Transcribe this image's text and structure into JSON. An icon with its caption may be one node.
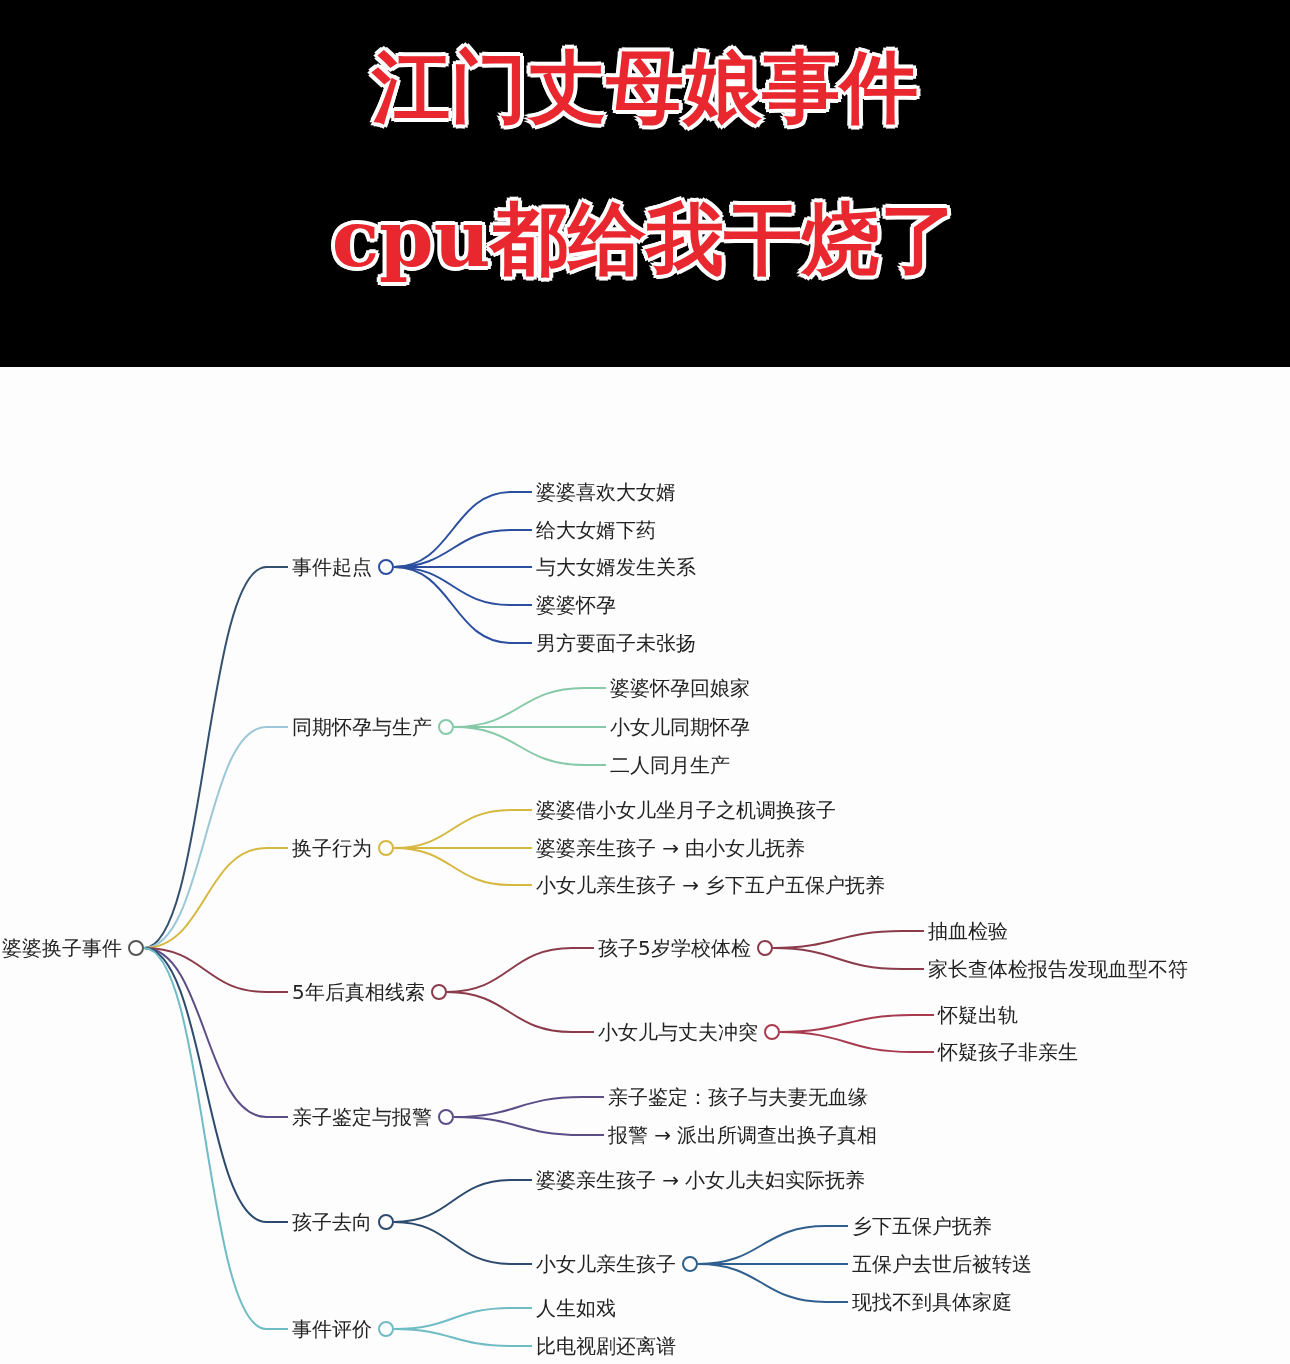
{
  "diagram": {
    "title": "江门丈母娘事件",
    "labels": [
      "cpu都给我干烧了"
    ],
    "nodes": [
      {
        "text": [
          "婆婆换子事件"
        ]
      },
      {
        "text": [
          "事件起点"
        ]
      },
      {
        "text": [
          "婆婆喜欢大女婿"
        ]
      },
      {
        "text": [
          "给大女婿下药"
        ]
      },
      {
        "text": [
          "与大女婿发生关系"
        ]
      },
      {
        "text": [
          "婆婆怀孕"
        ]
      },
      {
        "text": [
          "男方要面子未张扬"
        ]
      },
      {
        "text": [
          "同期怀孕与生产"
        ]
      },
      {
        "text": [
          "婆婆怀孕回娘家"
        ]
      },
      {
        "text": [
          "小女儿同期怀孕"
        ]
      },
      {
        "text": [
          "二人同月生产"
        ]
      },
      {
        "text": [
          "换子行为"
        ]
      },
      {
        "text": [
          "婆婆借小女儿坐月子之机调换孩子"
        ]
      },
      {
        "text": [
          "婆婆亲生孩子 → 由小女儿抚养"
        ]
      },
      {
        "text": [
          "小女儿亲生孩子 → 乡下五户五保户抚养"
        ]
      },
      {
        "text": [
          "5年后真相线索"
        ]
      },
      {
        "text": [
          "孩子5岁学校体检"
        ]
      },
      {
        "text": [
          "抽血检验"
        ]
      },
      {
        "text": [
          "家长查体检报告发现血型不符"
        ]
      },
      {
        "text": [
          "小女儿与丈夫冲突"
        ]
      },
      {
        "text": [
          "怀疑出轨"
        ]
      },
      {
        "text": [
          "怀疑孩子非亲生"
        ]
      },
      {
        "text": [
          "亲子鉴定与报警"
        ]
      },
      {
        "text": [
          "亲子鉴定：孩子与夫妻无血缘"
        ]
      },
      {
        "text": [
          "报警 → 派出所调查出换子真相"
        ]
      },
      {
        "text": [
          "孩子去向"
        ]
      },
      {
        "text": [
          "婆婆亲生孩子 → 小女儿夫妇实际抚养"
        ]
      },
      {
        "text": [
          "小女儿亲生孩子"
        ]
      },
      {
        "text": [
          "乡下五保户抚养"
        ]
      },
      {
        "text": [
          "五保户去世后被转送"
        ]
      },
      {
        "text": [
          "现找不到具体家庭"
        ]
      },
      {
        "text": [
          "事件评价"
        ]
      },
      {
        "text": [
          "人生如戏"
        ]
      },
      {
        "text": [
          "比电视剧还离谱"
        ]
      }
    ],
    "edges": [
      {
        "from": 0,
        "to": 1,
        "arrow": "none",
        "color": "#34506e"
      },
      {
        "from": 0,
        "to": 7,
        "arrow": "none",
        "color": "#9cc7d6"
      },
      {
        "from": 0,
        "to": 11,
        "arrow": "none",
        "color": "#d6b840"
      },
      {
        "from": 0,
        "to": 15,
        "arrow": "none",
        "color": "#8c3b4b"
      },
      {
        "from": 0,
        "to": 22,
        "arrow": "none",
        "color": "#5b4d86"
      },
      {
        "from": 0,
        "to": 25,
        "arrow": "none",
        "color": "#2c4a6e"
      },
      {
        "from": 0,
        "to": 31,
        "arrow": "none",
        "color": "#6fbcc4"
      },
      {
        "from": 1,
        "to": 2,
        "arrow": "none",
        "color": "#2b4f9e"
      },
      {
        "from": 1,
        "to": 3,
        "arrow": "none",
        "color": "#2b4f9e"
      },
      {
        "from": 1,
        "to": 4,
        "arrow": "none",
        "color": "#2b4f9e"
      },
      {
        "from": 1,
        "to": 5,
        "arrow": "none",
        "color": "#2b4f9e"
      },
      {
        "from": 1,
        "to": 6,
        "arrow": "none",
        "color": "#2b4f9e"
      },
      {
        "from": 7,
        "to": 8,
        "arrow": "none",
        "color": "#86c9a8"
      },
      {
        "from": 7,
        "to": 9,
        "arrow": "none",
        "color": "#86c9a8"
      },
      {
        "from": 7,
        "to": 10,
        "arrow": "none",
        "color": "#86c9a8"
      },
      {
        "from": 11,
        "to": 12,
        "arrow": "none",
        "color": "#d6b840"
      },
      {
        "from": 11,
        "to": 13,
        "arrow": "none",
        "color": "#d6b840"
      },
      {
        "from": 11,
        "to": 14,
        "arrow": "none",
        "color": "#d6b840"
      },
      {
        "from": 15,
        "to": 16,
        "arrow": "none",
        "color": "#8c3b4b"
      },
      {
        "from": 15,
        "to": 19,
        "arrow": "none",
        "color": "#8c3b4b"
      },
      {
        "from": 16,
        "to": 17,
        "arrow": "none",
        "color": "#8c3b4b"
      },
      {
        "from": 16,
        "to": 18,
        "arrow": "none",
        "color": "#8c3b4b"
      },
      {
        "from": 19,
        "to": 20,
        "arrow": "none",
        "color": "#a83a4e"
      },
      {
        "from": 19,
        "to": 21,
        "arrow": "none",
        "color": "#a83a4e"
      },
      {
        "from": 22,
        "to": 23,
        "arrow": "none",
        "color": "#5b4d86"
      },
      {
        "from": 22,
        "to": 24,
        "arrow": "none",
        "color": "#5b4d86"
      },
      {
        "from": 25,
        "to": 26,
        "arrow": "none",
        "color": "#2c4a6e"
      },
      {
        "from": 25,
        "to": 27,
        "arrow": "none",
        "color": "#2c4a6e"
      },
      {
        "from": 27,
        "to": 28,
        "arrow": "none",
        "color": "#2f5f8e"
      },
      {
        "from": 27,
        "to": 29,
        "arrow": "none",
        "color": "#2f5f8e"
      },
      {
        "from": 27,
        "to": 30,
        "arrow": "none",
        "color": "#2f5f8e"
      },
      {
        "from": 31,
        "to": 32,
        "arrow": "none",
        "color": "#6fbcc4"
      },
      {
        "from": 31,
        "to": 33,
        "arrow": "none",
        "color": "#6fbcc4"
      }
    ]
  }
}
